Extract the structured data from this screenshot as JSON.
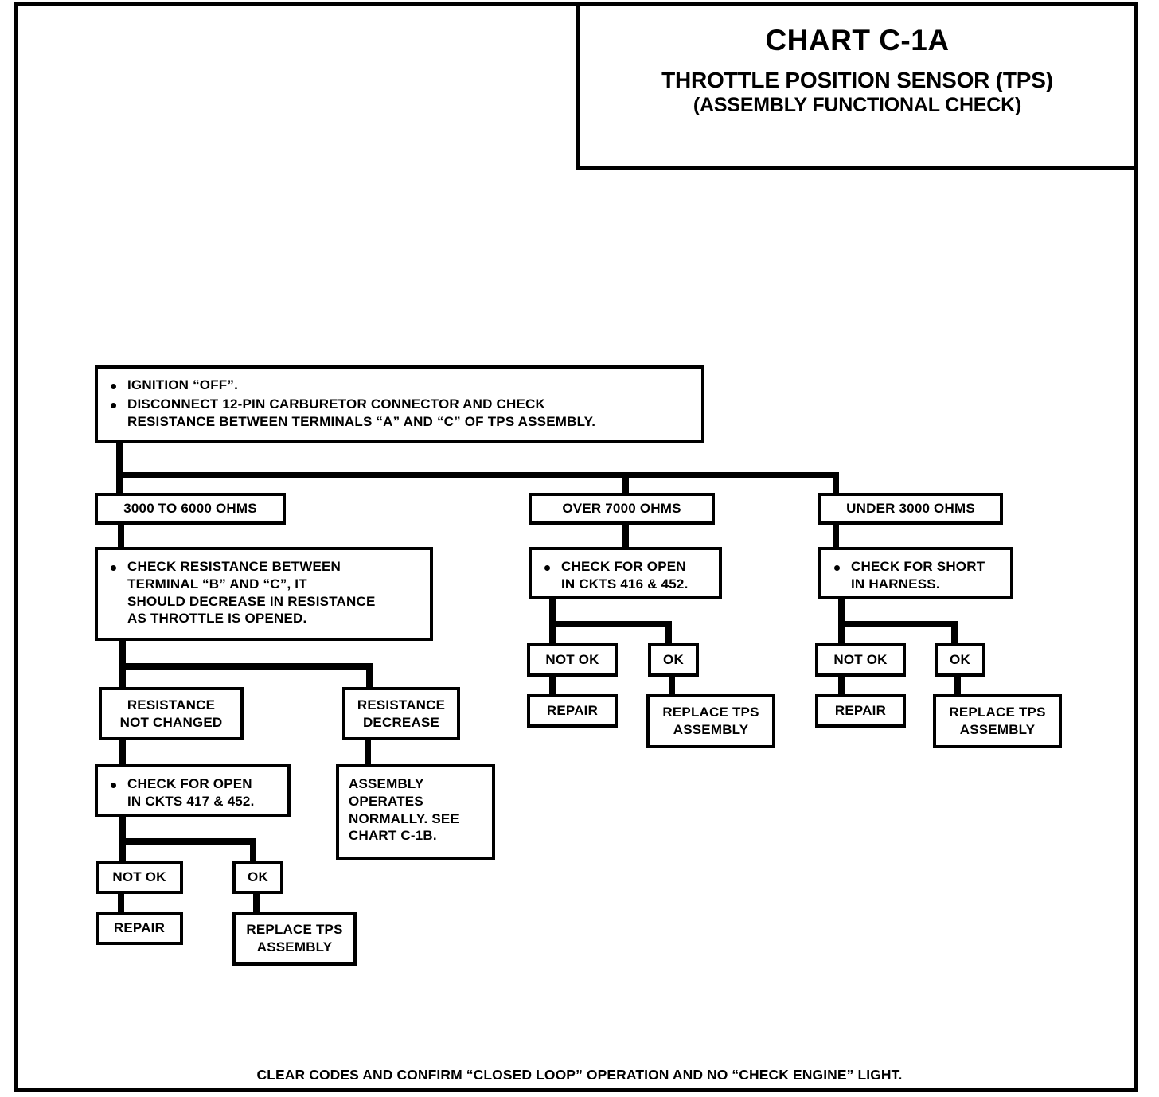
{
  "title": {
    "chart_number": "CHART C-1A",
    "chart_title": "THROTTLE POSITION SENSOR (TPS)",
    "chart_subtitle": "(ASSEMBLY FUNCTIONAL CHECK)"
  },
  "footer": {
    "text": "CLEAR CODES AND CONFIRM  “CLOSED LOOP” OPERATION AND NO “CHECK ENGINE” LIGHT."
  },
  "nodes": {
    "start_bullet_1": "IGNITION “OFF”.",
    "start_bullet_2": "DISCONNECT 12-PIN CARBURETOR CONNECTOR AND CHECK\nRESISTANCE BETWEEN TERMINALS “A” AND “C” OF TPS ASSEMBLY.",
    "branch_left_label": "3000 TO 6000 OHMS",
    "branch_mid_label": "OVER 7000 OHMS",
    "branch_right_label": "UNDER 3000 OHMS",
    "left_check": "CHECK RESISTANCE BETWEEN\nTERMINAL “B” AND “C”, IT\nSHOULD DECREASE IN RESISTANCE\nAS THROTTLE IS OPENED.",
    "mid_check": "CHECK FOR OPEN\nIN CKTS 416 & 452.",
    "right_check": "CHECK FOR SHORT\nIN HARNESS.",
    "resistance_not_changed": "RESISTANCE\nNOT CHANGED",
    "resistance_decrease": "RESISTANCE\nDECREASE",
    "left_open_check": "CHECK FOR OPEN\nIN CKTS 417 & 452.",
    "assembly_normal": "ASSEMBLY\nOPERATES\nNORMALLY. SEE\nCHART C-1B.",
    "left_not_ok": "NOT OK",
    "left_ok": "OK",
    "left_repair": "REPAIR",
    "left_replace": "REPLACE TPS\nASSEMBLY",
    "mid_not_ok": "NOT OK",
    "mid_ok": "OK",
    "mid_repair": "REPAIR",
    "mid_replace": "REPLACE TPS\nASSEMBLY",
    "right_not_ok": "NOT OK",
    "right_ok": "OK",
    "right_repair": "REPAIR",
    "right_replace": "REPLACE TPS\nASSEMBLY"
  },
  "colors": {
    "ink": "#000000",
    "paper": "#ffffff"
  }
}
